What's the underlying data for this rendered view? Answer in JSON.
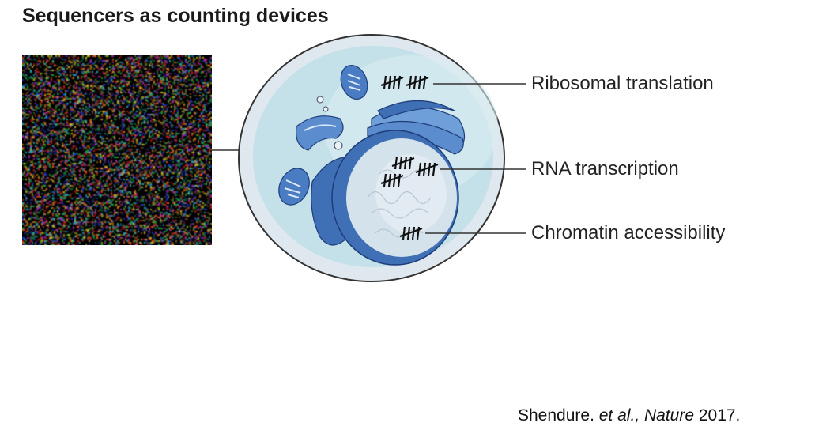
{
  "title": "Sequencers as counting devices",
  "labels": {
    "ribosomal": "Ribosomal translation",
    "rna": "RNA transcription",
    "chromatin": "Chromatin accessibility"
  },
  "citation": {
    "author": "Shendure. ",
    "etal": "et al.,",
    "journal": "Nature",
    "year": " 2017."
  },
  "colors": {
    "cell_fill": "#dfe9ef",
    "cytoplasm": "#c5e2ea",
    "nucleus": "#d6e3ec",
    "organelle_blue": "#3b6fb6"
  }
}
